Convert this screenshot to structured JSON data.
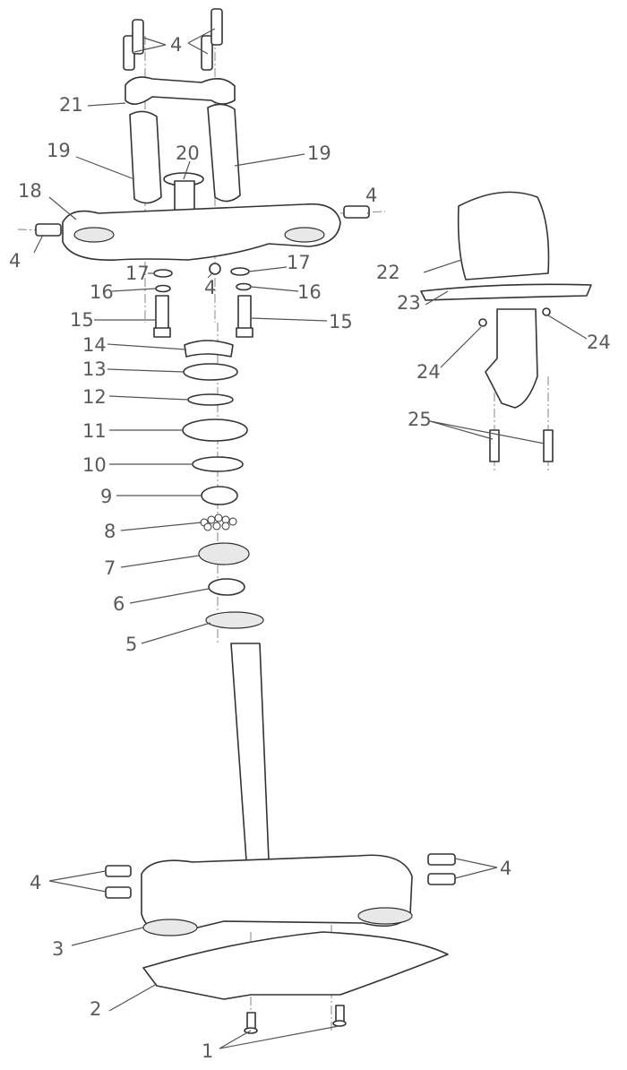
{
  "diagram": {
    "callouts": {
      "c1": "1",
      "c2": "2",
      "c3": "3",
      "c4_top": "4",
      "c4_left": "4",
      "c4_right": "4",
      "c4_mid": "4",
      "c4_bottom_left": "4",
      "c4_bottom_right": "4",
      "c5": "5",
      "c6": "6",
      "c7": "7",
      "c8": "8",
      "c9": "9",
      "c10": "10",
      "c11": "11",
      "c12": "12",
      "c13": "13",
      "c14": "14",
      "c15_left": "15",
      "c15_right": "15",
      "c16_left": "16",
      "c16_right": "16",
      "c17_left": "17",
      "c17_right": "17",
      "c18": "18",
      "c19_left": "19",
      "c19_right": "19",
      "c20": "20",
      "c21": "21",
      "c22": "22",
      "c23": "23",
      "c24_right": "24",
      "c24_left": "24",
      "c25": "25"
    }
  }
}
